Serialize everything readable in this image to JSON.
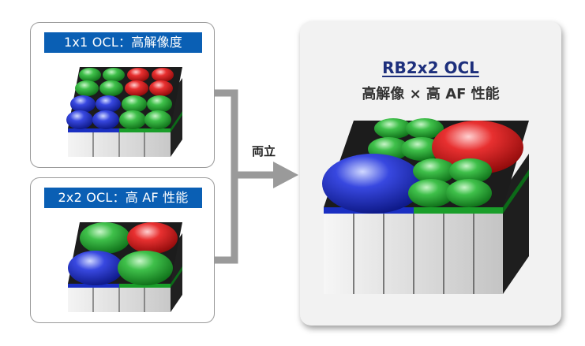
{
  "panel_1x1": {
    "label": "1x1 OCL：高解像度"
  },
  "panel_2x2": {
    "label": "2x2 OCL：高 AF 性能"
  },
  "merge": {
    "label": "両立"
  },
  "result": {
    "title": "RB2x2 OCL",
    "subtitle": "高解像 × 高 AF 性能"
  },
  "colors": {
    "label_bg": "#0a5fb4",
    "red": "#d81818",
    "green": "#1a9e2a",
    "blue": "#1a2fc2",
    "title": "#1d2f7c"
  }
}
